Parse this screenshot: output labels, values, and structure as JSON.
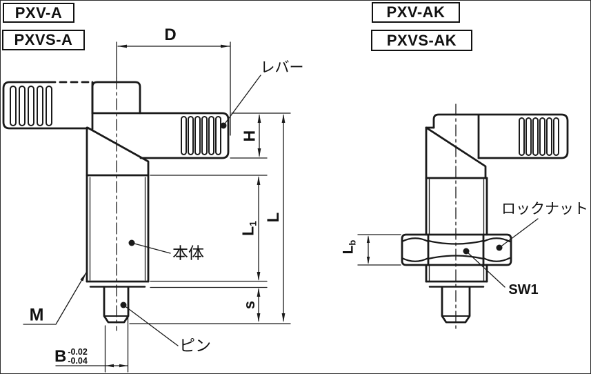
{
  "page": {
    "background": "#ffffff",
    "line_color": "#1a1a1a"
  },
  "left_view": {
    "models": [
      "PXV-A",
      "PXVS-A"
    ],
    "dims": {
      "d": "D",
      "h": "H",
      "l": "L",
      "l1_base": "L",
      "l1_sub": "1",
      "s": "s",
      "m": "M",
      "b_base": "B",
      "b_tol_upper": "-0.02",
      "b_tol_lower": "-0.04"
    },
    "part_labels": {
      "lever": "レバー",
      "body": "本体",
      "pin": "ピン"
    }
  },
  "right_view": {
    "models": [
      "PXV-AK",
      "PXVS-AK"
    ],
    "dims": {
      "lb_base": "L",
      "lb_sub": "b",
      "sw1": "SW1"
    },
    "part_labels": {
      "locknut": "ロックナット"
    }
  }
}
